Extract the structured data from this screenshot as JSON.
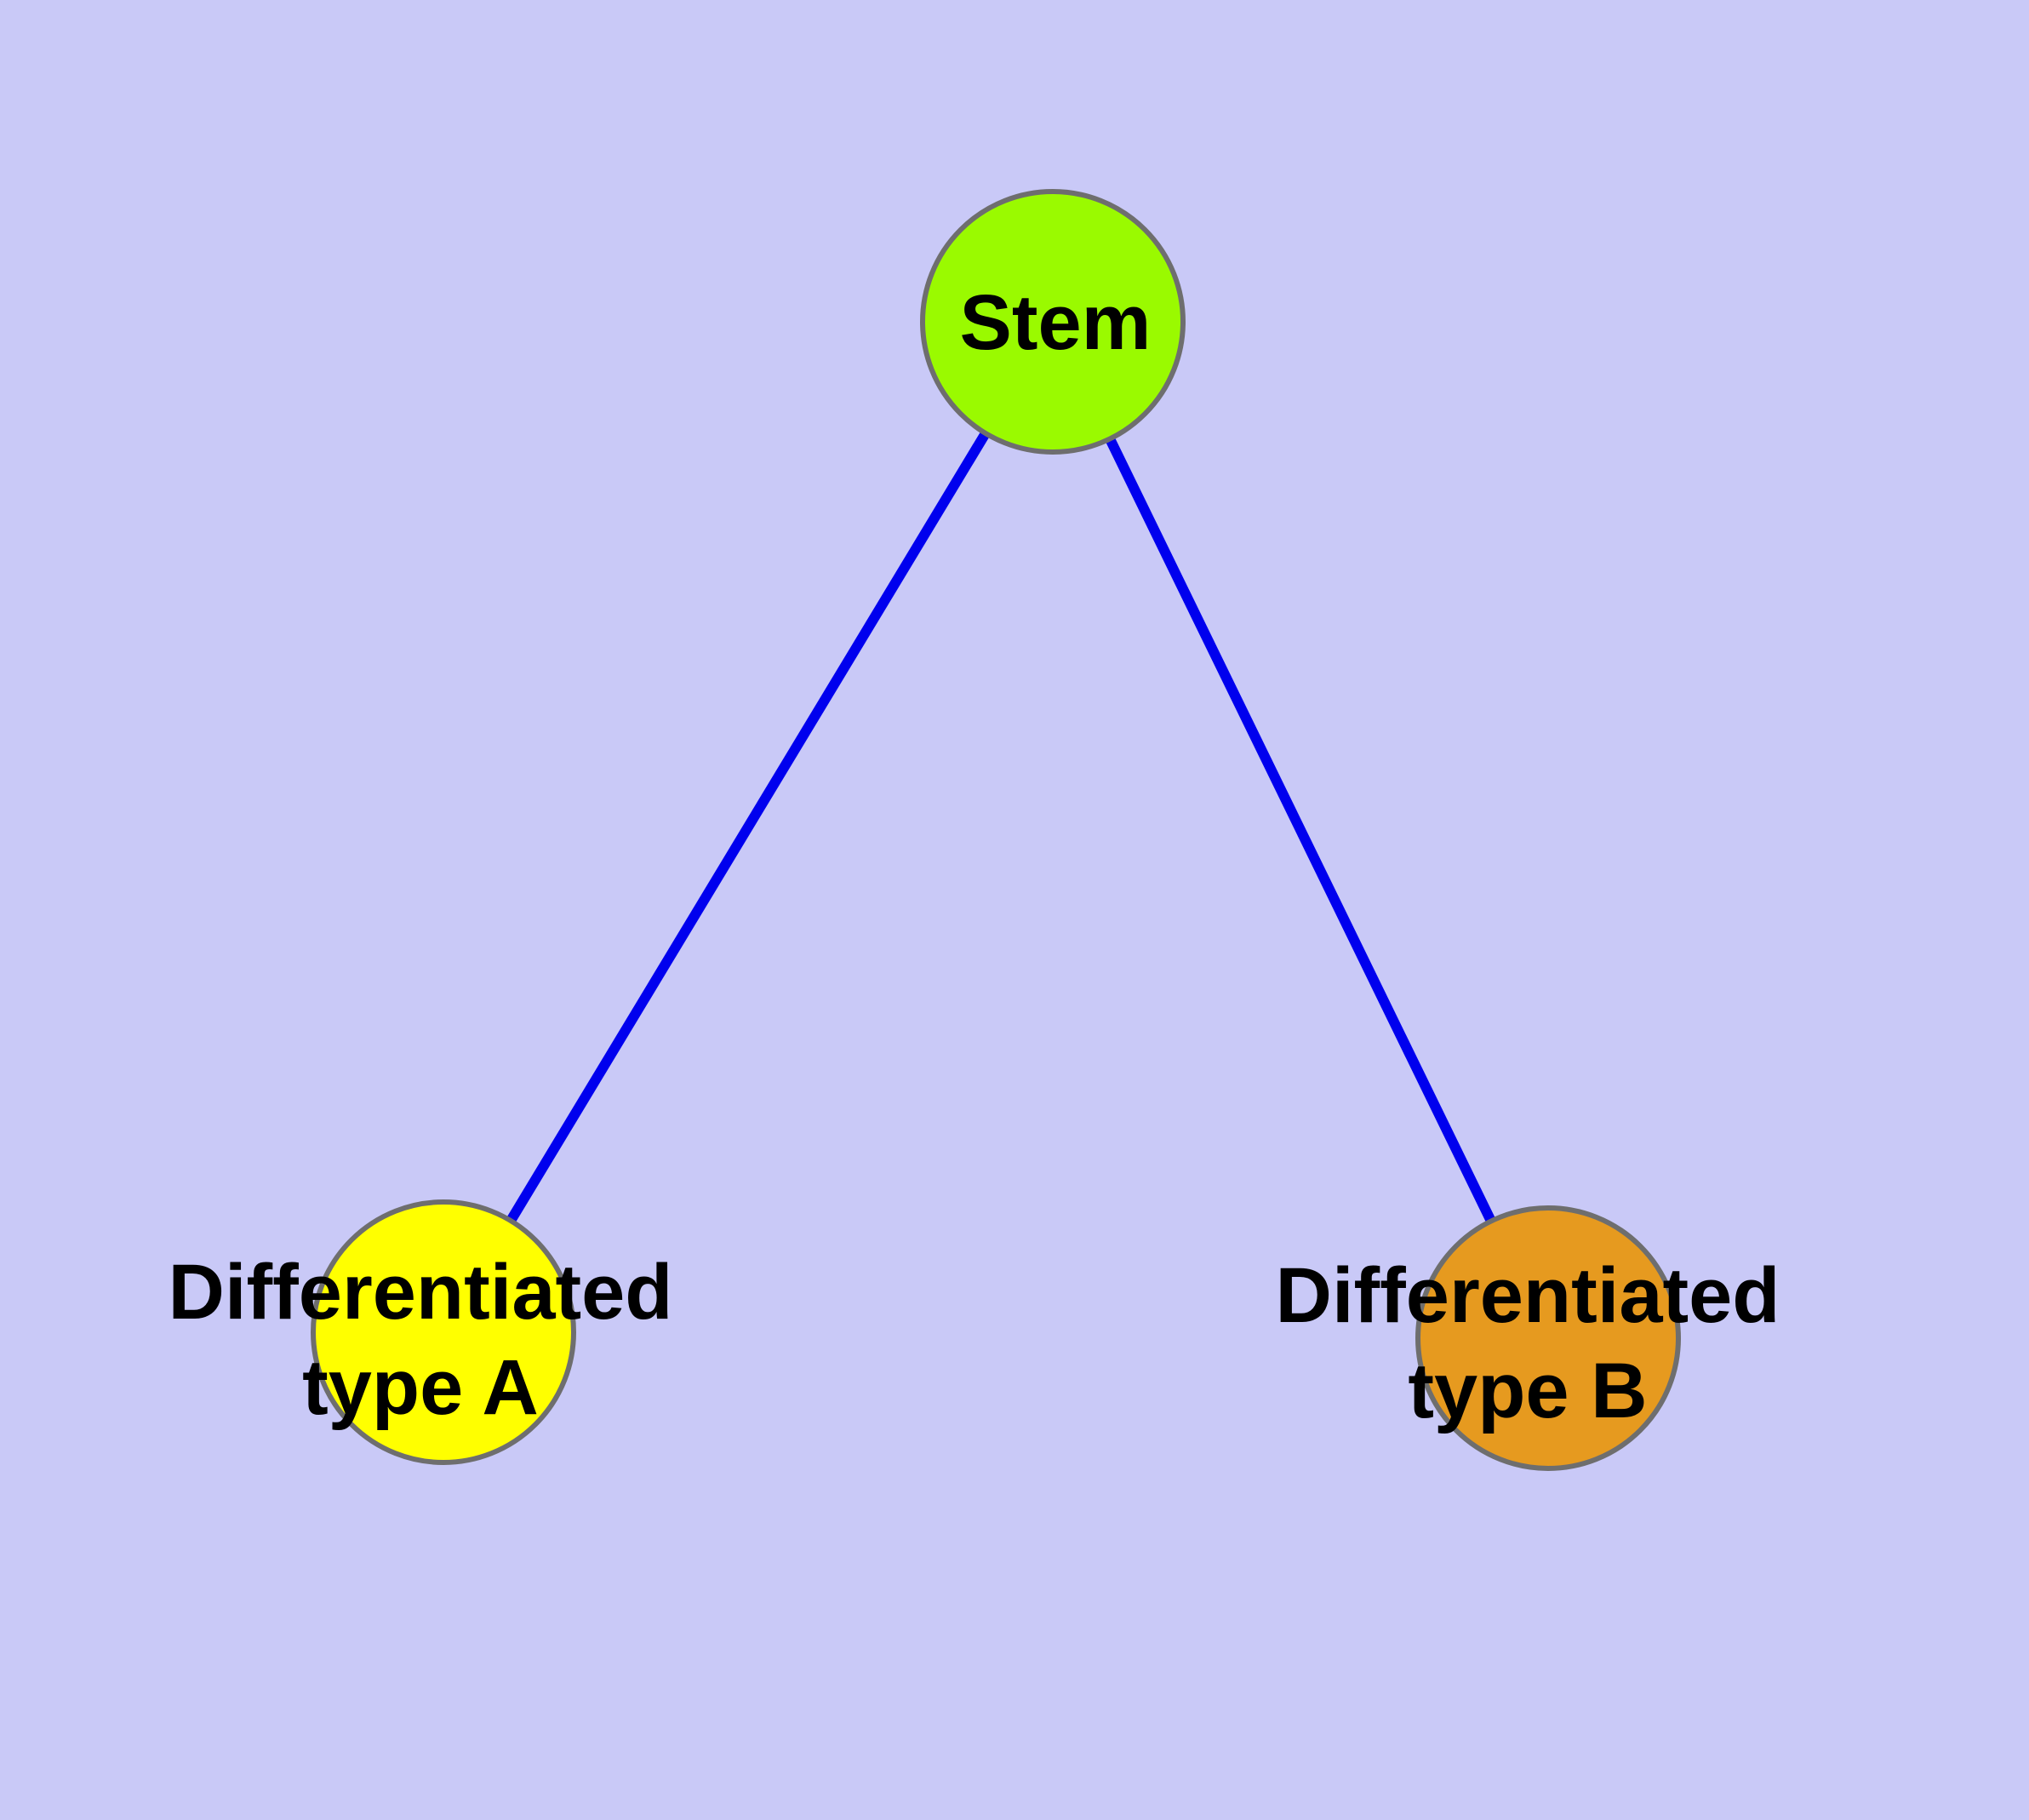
{
  "diagram": {
    "type": "node-link-graph",
    "background_color": "#C9C9F7",
    "edge_color": "#0000EE",
    "node_border_color": "#6E6E6E",
    "label_color": "#000000",
    "nodes": {
      "stem": {
        "label": "Stem",
        "fill_color": "#9AFA00"
      },
      "type_a": {
        "label_line1": "Differentiated",
        "label_line2": "type A",
        "fill_color": "#FFFF00"
      },
      "type_b": {
        "label_line1": "Differentiated",
        "label_line2": "type B",
        "fill_color": "#E69A1F"
      }
    },
    "edges": [
      {
        "from": "Stem",
        "to": "Differentiated type A"
      },
      {
        "from": "Stem",
        "to": "Differentiated type B"
      }
    ]
  }
}
